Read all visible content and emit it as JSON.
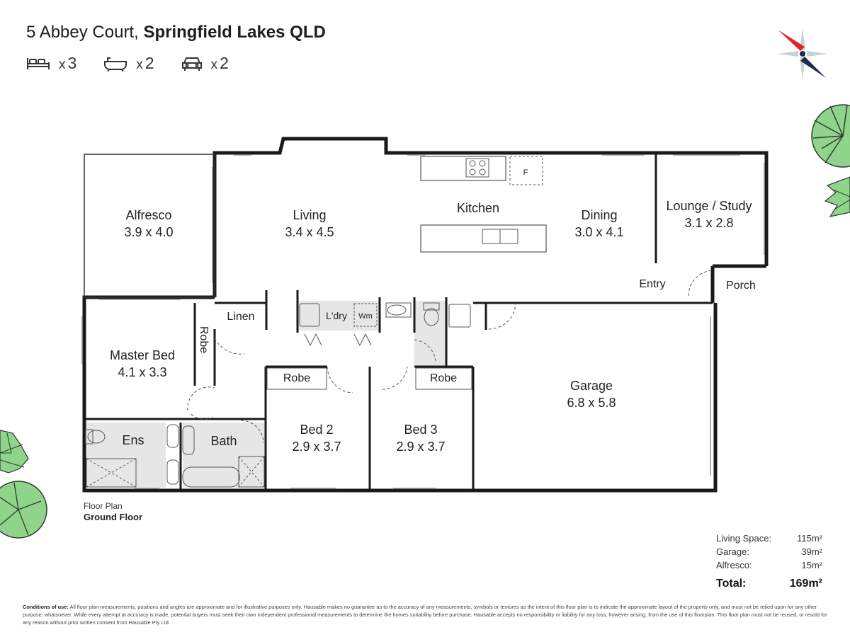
{
  "header": {
    "address": "5 Abbey Court,",
    "suburb": "Springfield Lakes QLD"
  },
  "amenities": [
    {
      "icon": "bed-icon",
      "count": "3"
    },
    {
      "icon": "bath-icon",
      "count": "2"
    },
    {
      "icon": "car-icon",
      "count": "2"
    }
  ],
  "rooms": {
    "alfresco": {
      "name": "Alfresco",
      "size": "3.9 x 4.0"
    },
    "living": {
      "name": "Living",
      "size": "3.4 x 4.5"
    },
    "kitchen": {
      "name": "Kitchen"
    },
    "dining": {
      "name": "Dining",
      "size": "3.0 x 4.1"
    },
    "lounge": {
      "name": "Lounge / Study",
      "size": "3.1 x 2.8"
    },
    "entry": {
      "name": "Entry"
    },
    "porch": {
      "name": "Porch"
    },
    "master": {
      "name": "Master Bed",
      "size": "4.1 x 3.3"
    },
    "master_robe": {
      "name": "Robe"
    },
    "linen": {
      "name": "Linen"
    },
    "laundry": {
      "name": "L'dry"
    },
    "washer": {
      "name": "Wm"
    },
    "fridge": {
      "name": "F"
    },
    "ens": {
      "name": "Ens"
    },
    "bath": {
      "name": "Bath"
    },
    "bed2": {
      "name": "Bed 2",
      "size": "2.9 x 3.7"
    },
    "bed2_robe": {
      "name": "Robe"
    },
    "bed3": {
      "name": "Bed 3",
      "size": "2.9 x 3.7"
    },
    "bed3_robe": {
      "name": "Robe"
    },
    "garage": {
      "name": "Garage",
      "size": "6.8 x 5.8"
    }
  },
  "caption": {
    "line1": "Floor Plan",
    "floor": "Ground Floor"
  },
  "areas": {
    "rows": [
      {
        "label": "Living Space:",
        "value": "115m²"
      },
      {
        "label": "Garage:",
        "value": "39m²"
      },
      {
        "label": "Alfresco:",
        "value": "15m²"
      }
    ],
    "total_label": "Total:",
    "total_value": "169m²"
  },
  "conditions": {
    "label": "Conditions of use:",
    "text": "All floor plan measurements, positions and angles are approximate and for illustrative purposes only. Hausable makes no guarantee as to the accuracy of any measurements, symbols or textures as the intent of this floor plan is to indicate the approximate layout of the property only, and must not be relied upon for any other purpose, whatsoever. While every attempt at accuracy is made, potential buyers must seek their own independent professional measurements to determine the homes suitability before purchase. Hausable accepts no responsibility or liability for any loss, however arising, from the use of this floorplan. This floor plan must not be reused, or resold for any reason without prior written consent from Hausable Pty Ltd."
  },
  "colors": {
    "wall": "#1a1a1a",
    "tree": "#8fd48a",
    "wet_area": "#e6e6e6",
    "compass_red": "#e0242b",
    "compass_navy": "#1e2a4a"
  }
}
